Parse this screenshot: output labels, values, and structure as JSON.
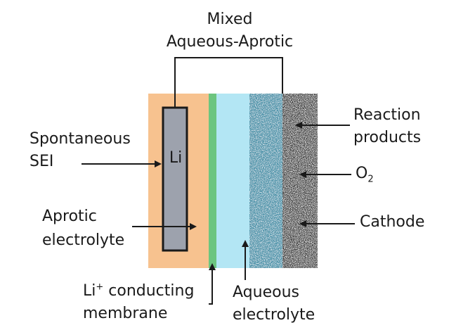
{
  "title": {
    "line1": "Mixed",
    "line2": "Aqueous-Aprotic"
  },
  "labels": {
    "spontaneous_sei": {
      "line1": "Spontaneous",
      "line2": "SEI"
    },
    "li_electrode": "Li",
    "aprotic_electrolyte": {
      "line1": "Aprotic",
      "line2": "electrolyte"
    },
    "membrane": {
      "prefix": "Li",
      "superscript": "+",
      "suffix": " conducting",
      "line2": "membrane"
    },
    "aqueous_electrolyte": {
      "line1": "Aqueous",
      "line2": "electrolyte"
    },
    "reaction_products": {
      "line1": "Reaction",
      "line2": "products"
    },
    "oxygen": {
      "base": "O",
      "subscript": "2"
    },
    "cathode": "Cathode"
  },
  "colors": {
    "aprotic_layer": "#f7c28f",
    "li_electrode": "#9da2ad",
    "membrane": "#6cc57f",
    "aqueous_layer": "#b3e6f4",
    "mixed_layer": "#4f95ab",
    "cathode_layer": "#3a3a3a",
    "line": "#1a1a1a"
  }
}
